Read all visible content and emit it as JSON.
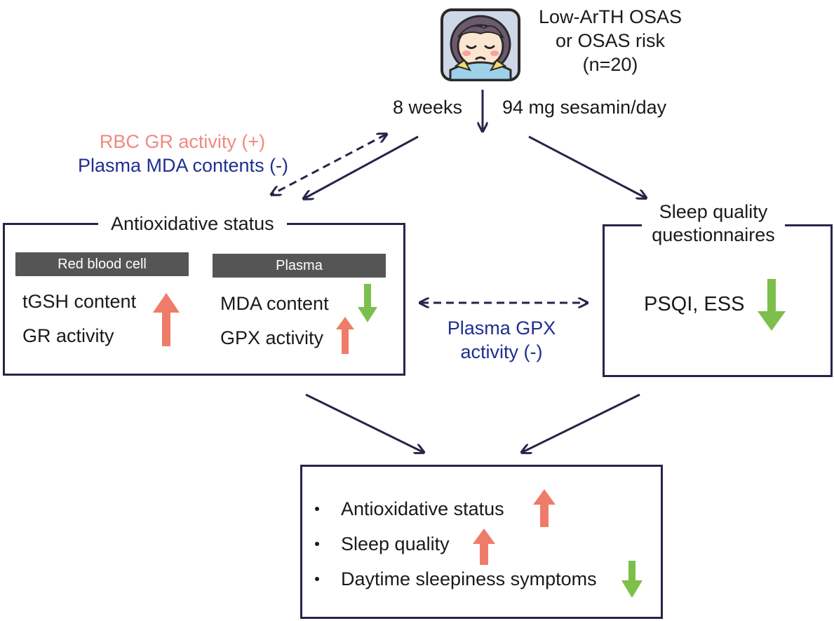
{
  "participants": {
    "line1": "Low-ArTH OSAS",
    "line2": "or OSAS risk",
    "line3": "(n=20)"
  },
  "intervention": {
    "duration": "8 weeks",
    "dose": "94 mg sesamin/day"
  },
  "correlation_left": {
    "line1": "RBC GR activity (+)",
    "line2": "Plasma MDA contents (-)"
  },
  "correlation_middle": {
    "line1": "Plasma GPX",
    "line2": "activity (-)"
  },
  "antioxidative_box": {
    "title": "Antioxidative status",
    "rbc_header": "Red blood cell",
    "plasma_header": "Plasma",
    "rbc_items": [
      "tGSH content",
      "GR activity"
    ],
    "plasma_items": [
      "MDA content",
      "GPX activity"
    ]
  },
  "sleep_box": {
    "title_line1": "Sleep quality",
    "title_line2": "questionnaires",
    "item": "PSQI, ESS"
  },
  "outcome_box": {
    "items": [
      "Antioxidative status",
      "Sleep quality",
      "Daytime sleepiness symptoms"
    ]
  },
  "colors": {
    "increase": "#ef7c68",
    "decrease": "#7dbf4b",
    "positive_text": "#f08a80",
    "negative_text": "#1f2f8f",
    "line": "#25254a",
    "header_bg": "#555555"
  },
  "icons": [
    "sleeping-person-icon",
    "up-arrow-icon",
    "down-arrow-icon"
  ]
}
